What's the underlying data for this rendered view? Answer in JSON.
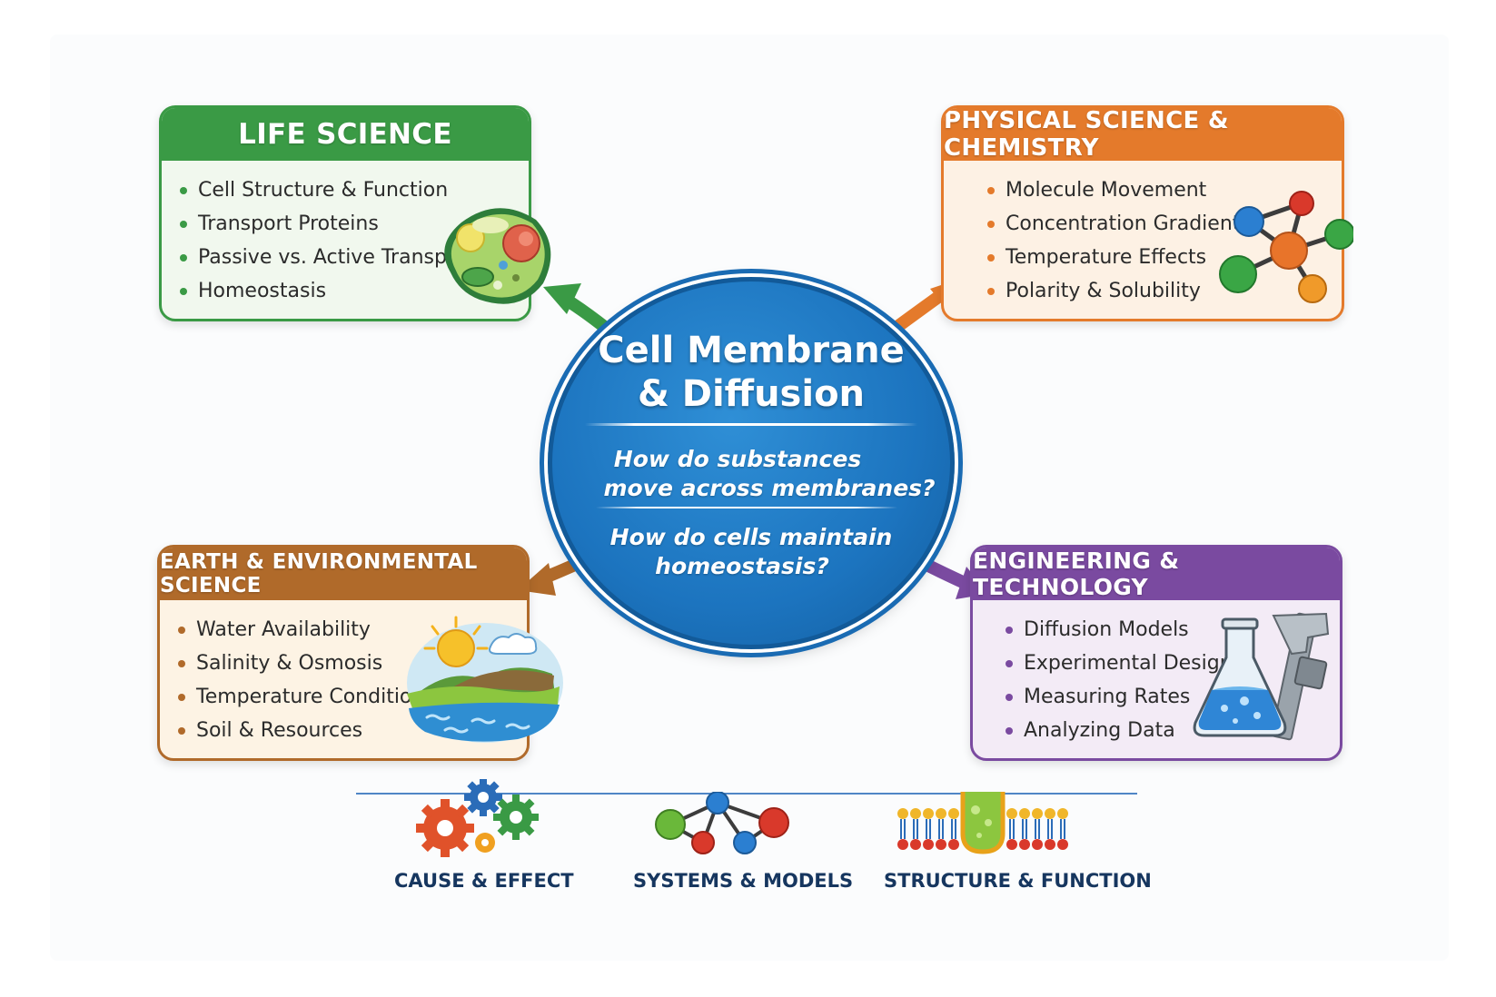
{
  "center": {
    "title_line1": "Cell Membrane",
    "title_line2": "& Diffusion",
    "question1_line1": "How do substances",
    "question1_line2": "move across membranes?",
    "question2_line1": "How do cells maintain",
    "question2_line2": "homeostasis?",
    "color": "#1c74bf"
  },
  "life_science": {
    "title": "LIFE SCIENCE",
    "color": "#3a9a45",
    "items": [
      "Cell Structure & Function",
      "Transport Proteins",
      "Passive vs. Active Transport",
      "Homeostasis"
    ],
    "icon": "plant-cell-icon"
  },
  "physical_science": {
    "title": "PHYSICAL SCIENCE & CHEMISTRY",
    "color": "#e47a2b",
    "items": [
      "Molecule Movement",
      "Concentration Gradients",
      "Temperature Effects",
      "Polarity & Solubility"
    ],
    "icon": "molecule-icon"
  },
  "earth_science": {
    "title": "EARTH & ENVIRONMENTAL SCIENCE",
    "color": "#b06a2a",
    "items": [
      "Water Availability",
      "Salinity & Osmosis",
      "Temperature Conditions",
      "Soil & Resources"
    ],
    "icon": "landscape-icon"
  },
  "engineering": {
    "title": "ENGINEERING & TECHNOLOGY",
    "color": "#7a4aa0",
    "items": [
      "Diffusion Models",
      "Experimental Design",
      "Measuring Rates",
      "Analyzing Data"
    ],
    "icon": "flask-caliper-icon"
  },
  "crosscutting": [
    {
      "label": "CAUSE & EFFECT",
      "icon": "gears-icon"
    },
    {
      "label": "SYSTEMS & MODELS",
      "icon": "network-icon"
    },
    {
      "label": "STRUCTURE & FUNCTION",
      "icon": "membrane-channel-icon"
    }
  ]
}
